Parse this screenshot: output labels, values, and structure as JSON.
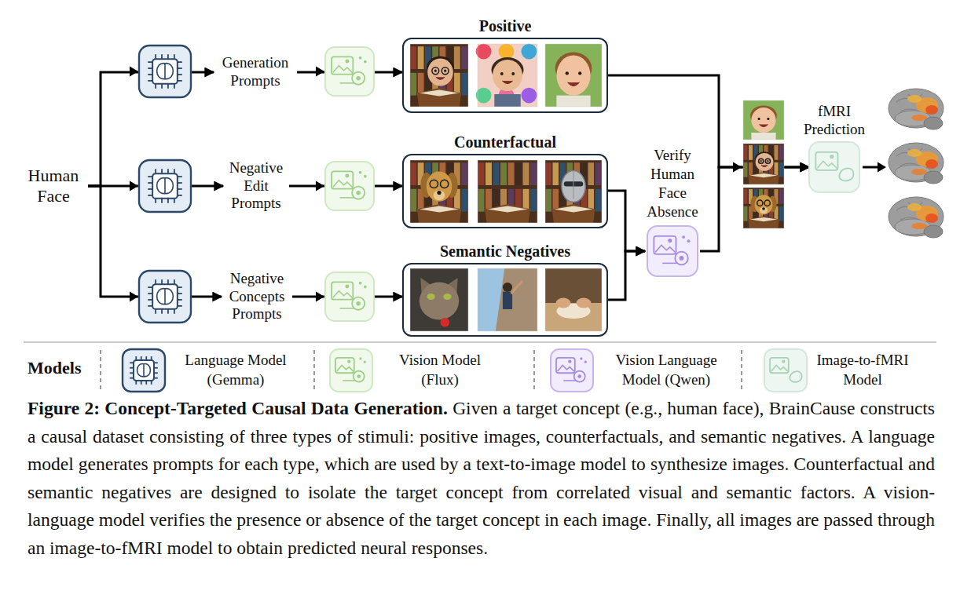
{
  "diagram": {
    "caption": "Figure 2: Concept-Targeted Causal Data Generation. Given a target concept (e.g., human face), BrainCause constructs a causal dataset consisting of three types of stimuli: positive images, counterfactuals, and semantic negatives. A language model generates prompts for each type, which are used by a text-to-image model to synthesize images. Counterfactual and semantic negatives are designed to isolate the target concept from correlated visual and semantic factors. A vision-language model verifies the presence or absence of the target concept in each image. Finally, all images are passed through an image-to-fMRI model to obtain predicted neural responses.",
    "nodes": [
      {
        "text": [
          "Human Face"
        ]
      },
      {
        "text": [
          "Generation Prompts"
        ]
      },
      {
        "text": [
          "Negative Edit Prompts"
        ]
      },
      {
        "text": [
          "Negative Concepts Prompts"
        ]
      },
      {
        "text": [
          "Positive"
        ]
      },
      {
        "text": [
          "Counterfactual"
        ]
      },
      {
        "text": [
          "Semantic Negatives"
        ]
      },
      {
        "text": [
          "Verify Human Face Absence"
        ]
      },
      {
        "text": [
          "fMRI Prediction"
        ]
      }
    ],
    "edges": [
      {
        "from": 0,
        "to": 1,
        "arrow": "to"
      },
      {
        "from": 0,
        "to": 2,
        "arrow": "to"
      },
      {
        "from": 0,
        "to": 3,
        "arrow": "to"
      },
      {
        "from": 1,
        "to": 4,
        "arrow": "to"
      },
      {
        "from": 2,
        "to": 5,
        "arrow": "to"
      },
      {
        "from": 3,
        "to": 6,
        "arrow": "to"
      },
      {
        "from": 5,
        "to": 7,
        "arrow": "to"
      },
      {
        "from": 6,
        "to": 7,
        "arrow": "to"
      },
      {
        "from": 4,
        "to": 8,
        "arrow": "to"
      },
      {
        "from": 7,
        "to": 8,
        "arrow": "to"
      }
    ],
    "labels": [
      "Models"
    ],
    "legend": [
      {
        "text": "Language Model (Gemma)"
      },
      {
        "text": "Vision Model (Flux)"
      },
      {
        "text": "Vision Language Model (Qwen)"
      },
      {
        "text": "Image-to-fMRI Model"
      }
    ]
  }
}
